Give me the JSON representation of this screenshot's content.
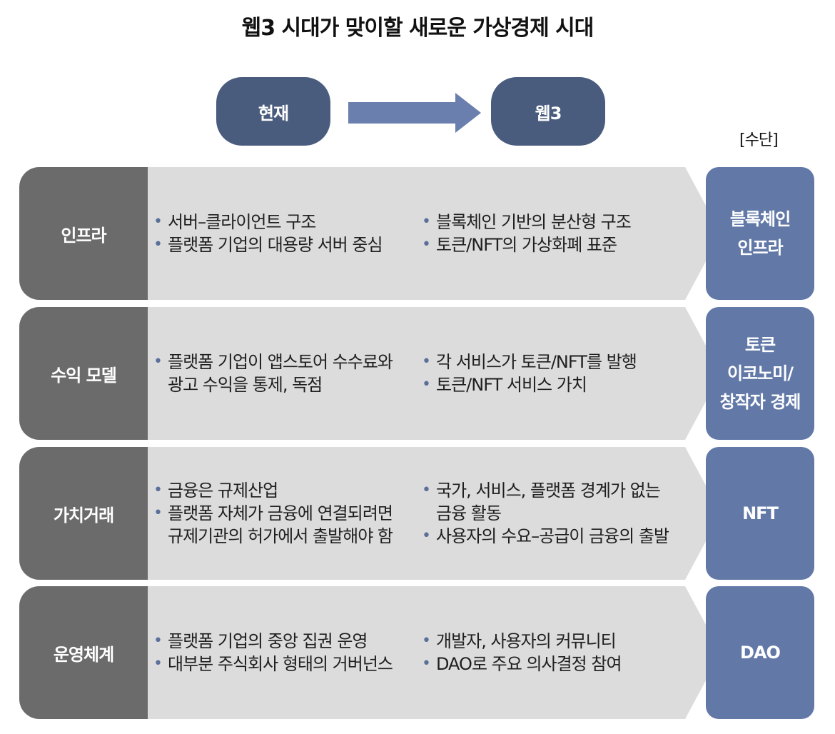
{
  "title": "웹3 시대가 맞이할 새로운 가상경제 시대",
  "header": {
    "now_label": "현재",
    "web3_label": "웹3",
    "tools_label": "[수단]"
  },
  "rows": [
    {
      "category": "인프라",
      "now": [
        "서버–클라이언트 구조",
        "플랫폼 기업의 대용량 서버 중심"
      ],
      "web3": [
        "블록체인 기반의 분산형 구조",
        "토큰/NFT의 가상화폐 표준"
      ],
      "tool": "블록체인\n인프라"
    },
    {
      "category": "수익 모델",
      "now": [
        "플랫폼 기업이 앱스토어 수수료와 광고 수익을 통제, 독점"
      ],
      "web3": [
        "각 서비스가 토큰/NFT를 발행",
        "토큰/NFT 서비스 가치"
      ],
      "tool": "토큰\n이코노미/\n창작자 경제"
    },
    {
      "category": "가치거래",
      "now": [
        "금융은 규제산업",
        "플랫폼 자체가 금융에 연결되려면 규제기관의 허가에서 출발해야 함"
      ],
      "web3": [
        "국가, 서비스, 플랫폼 경계가 없는 금융 활동",
        "사용자의 수요–공급이 금융의 출발"
      ],
      "tool": "NFT"
    },
    {
      "category": "운영체계",
      "now": [
        "플랫폼 기업의 중앙 집권 운영",
        "대부분 주식회사 형태의 거버넌스"
      ],
      "web3": [
        "개발자, 사용자의 커뮤니티",
        "DAO로 주요 의사결정 참여"
      ],
      "tool": "DAO"
    }
  ],
  "colors": {
    "pill": "#4a5c7e",
    "arrow": "#6a7fad",
    "category": "#6b6b6b",
    "body": "#dcdcdc",
    "tool": "#6279a8"
  }
}
